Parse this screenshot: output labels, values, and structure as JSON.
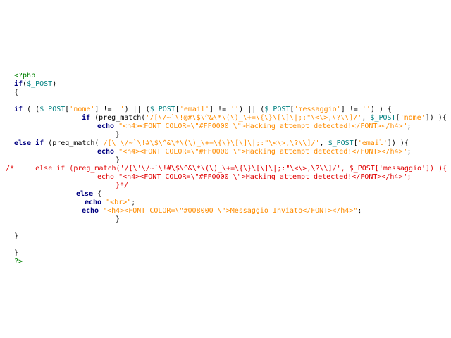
{
  "editor": {
    "lines": [
      {
        "indent": 0,
        "tokens": [
          {
            "c": "php",
            "t": "<?php"
          }
        ]
      },
      {
        "indent": 0,
        "tokens": [
          {
            "c": "kw",
            "t": "if"
          },
          {
            "c": "txt",
            "t": "("
          },
          {
            "c": "var",
            "t": "$_POST"
          },
          {
            "c": "txt",
            "t": ")"
          }
        ]
      },
      {
        "indent": 0,
        "tokens": [
          {
            "c": "txt",
            "t": "{"
          }
        ]
      },
      {
        "indent": 0,
        "tokens": []
      },
      {
        "indent": 0,
        "tokens": [
          {
            "c": "kw",
            "t": "if"
          },
          {
            "c": "txt",
            "t": " ( ("
          },
          {
            "c": "var",
            "t": "$_POST"
          },
          {
            "c": "txt",
            "t": "["
          },
          {
            "c": "str",
            "t": "'nome'"
          },
          {
            "c": "txt",
            "t": "] != "
          },
          {
            "c": "str",
            "t": "''"
          },
          {
            "c": "txt",
            "t": ") || ("
          },
          {
            "c": "var",
            "t": "$_POST"
          },
          {
            "c": "txt",
            "t": "["
          },
          {
            "c": "str",
            "t": "'email'"
          },
          {
            "c": "txt",
            "t": "] != "
          },
          {
            "c": "str",
            "t": "''"
          },
          {
            "c": "txt",
            "t": ") || ("
          },
          {
            "c": "var",
            "t": "$_POST"
          },
          {
            "c": "txt",
            "t": "["
          },
          {
            "c": "str",
            "t": "'messaggio'"
          },
          {
            "c": "txt",
            "t": "] != "
          },
          {
            "c": "str",
            "t": "''"
          },
          {
            "c": "txt",
            "t": ") ) {"
          }
        ]
      },
      {
        "indent": 96,
        "tokens": [
          {
            "c": "kw",
            "t": "if"
          },
          {
            "c": "txt",
            "t": " (preg_match("
          },
          {
            "c": "str",
            "t": "'/[\\/~`\\!@#\\$\\^&\\*\\(\\)_\\+=\\{\\}\\[\\]\\|;:\"\\<\\>,\\?\\\\]/'"
          },
          {
            "c": "txt",
            "t": ", "
          },
          {
            "c": "var",
            "t": "$_POST"
          },
          {
            "c": "txt",
            "t": "["
          },
          {
            "c": "str",
            "t": "'nome'"
          },
          {
            "c": "txt",
            "t": "]) ){"
          }
        ]
      },
      {
        "indent": 118,
        "tokens": [
          {
            "c": "kw",
            "t": "echo"
          },
          {
            "c": "txt",
            "t": " "
          },
          {
            "c": "str",
            "t": "\"<h4><FONT COLOR=\\\"#FF0000 \\\">Hacking attempt detected!</FONT></h4>\""
          },
          {
            "c": "txt",
            "t": ";"
          }
        ]
      },
      {
        "indent": 144,
        "tokens": [
          {
            "c": "txt",
            "t": "}"
          }
        ]
      },
      {
        "indent": 0,
        "tokens": [
          {
            "c": "kw",
            "t": "else if"
          },
          {
            "c": "txt",
            "t": " (preg_match("
          },
          {
            "c": "str",
            "t": "'/[\\'\\/~`\\!#\\$\\^&\\*\\(\\)_\\+=\\{\\}\\[\\]\\|;:\"\\<\\>,\\?\\\\]/'"
          },
          {
            "c": "txt",
            "t": ", "
          },
          {
            "c": "var",
            "t": "$_POST"
          },
          {
            "c": "txt",
            "t": "["
          },
          {
            "c": "str",
            "t": "'email'"
          },
          {
            "c": "txt",
            "t": "]) ){"
          }
        ]
      },
      {
        "indent": 118,
        "tokens": [
          {
            "c": "kw",
            "t": "echo"
          },
          {
            "c": "txt",
            "t": " "
          },
          {
            "c": "str",
            "t": "\"<h4><FONT COLOR=\\\"#FF0000 \\\">Hacking attempt detected!</FONT></h4>\""
          },
          {
            "c": "txt",
            "t": ";"
          }
        ]
      },
      {
        "indent": 144,
        "tokens": [
          {
            "c": "txt",
            "t": "}"
          }
        ]
      },
      {
        "indent": -12,
        "tokens": [
          {
            "c": "cmt",
            "t": "/*     else if (preg_match('/[\\'\\/~`\\!#\\$\\^&\\*\\(\\)_\\+=\\{\\}\\[\\]\\|;:\"\\<\\>,\\?\\\\]/', $_POST['messaggio']) ){"
          }
        ]
      },
      {
        "indent": 118,
        "tokens": [
          {
            "c": "cmt",
            "t": "echo \"<h4><FONT COLOR=\\\"#FF0000 \\\">Hacking attempt detected!</FONT></h4>\";"
          }
        ]
      },
      {
        "indent": 144,
        "tokens": [
          {
            "c": "cmt",
            "t": "}*/"
          }
        ]
      },
      {
        "indent": 88,
        "tokens": [
          {
            "c": "kw",
            "t": "else"
          },
          {
            "c": "txt",
            "t": " {"
          }
        ]
      },
      {
        "indent": 100,
        "tokens": [
          {
            "c": "kw",
            "t": "echo"
          },
          {
            "c": "txt",
            "t": " "
          },
          {
            "c": "str",
            "t": "\"<br>\""
          },
          {
            "c": "txt",
            "t": ";"
          }
        ]
      },
      {
        "indent": 96,
        "tokens": [
          {
            "c": "kw",
            "t": "echo"
          },
          {
            "c": "txt",
            "t": " "
          },
          {
            "c": "str",
            "t": "\"<h4><FONT COLOR=\\\"#008000 \\\">Messaggio Inviato</FONT></h4>\""
          },
          {
            "c": "txt",
            "t": ";"
          }
        ]
      },
      {
        "indent": 144,
        "tokens": [
          {
            "c": "txt",
            "t": "}"
          }
        ]
      },
      {
        "indent": 0,
        "tokens": []
      },
      {
        "indent": 0,
        "tokens": [
          {
            "c": "txt",
            "t": "}"
          }
        ]
      },
      {
        "indent": 0,
        "tokens": []
      },
      {
        "indent": 0,
        "tokens": [
          {
            "c": "txt",
            "t": "}"
          }
        ]
      },
      {
        "indent": 0,
        "tokens": [
          {
            "c": "php",
            "t": "?>"
          }
        ]
      }
    ]
  }
}
